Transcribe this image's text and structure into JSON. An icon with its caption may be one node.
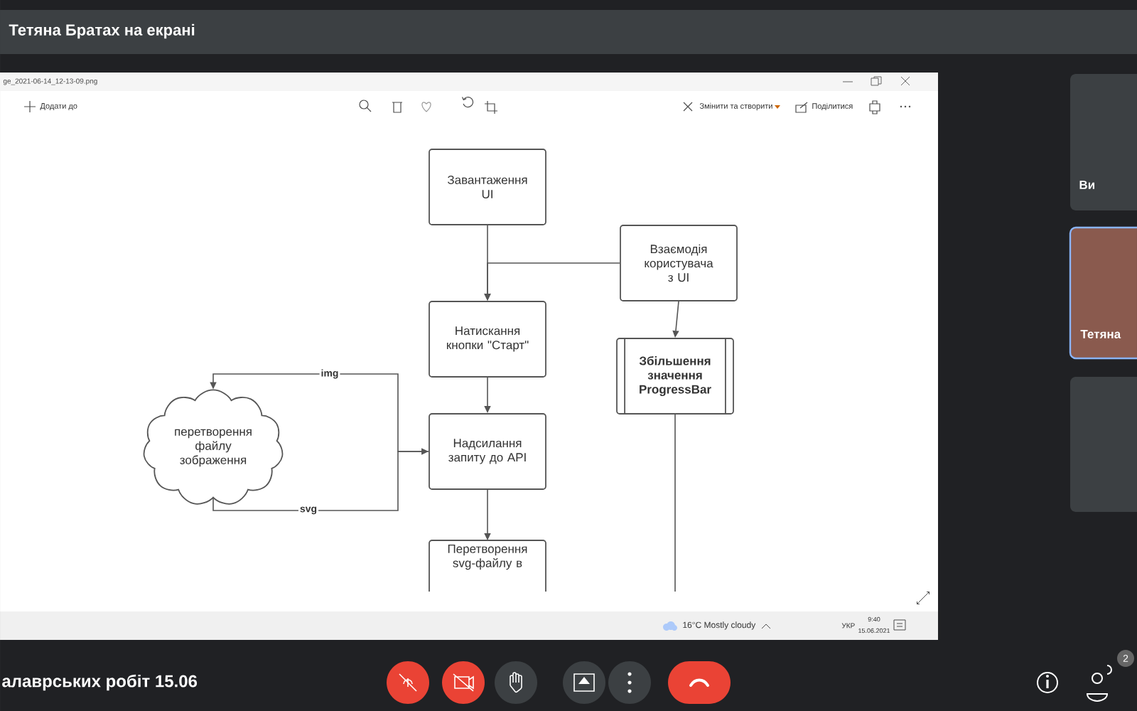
{
  "diagram": {
    "nodes": [
      {
        "text": [
          "Завантаження UI"
        ]
      },
      {
        "text": [
          "Взаємодія користувача з UI"
        ]
      },
      {
        "text": [
          "Натискання кнопки \"Старт\""
        ]
      },
      {
        "text": [
          "Збільшення значення ProgressBar"
        ]
      },
      {
        "text": [
          "перетворення файлу зображення"
        ]
      },
      {
        "text": [
          "Надсилання запиту до API"
        ]
      },
      {
        "text": [
          "Перетворення svg-файлу в"
        ]
      }
    ],
    "edges": [
      {
        "from": 0,
        "to": 2,
        "arrow": "to"
      },
      {
        "from": 1,
        "to": 2,
        "arrow": "to"
      },
      {
        "from": 1,
        "to": 3,
        "arrow": "to"
      },
      {
        "from": 2,
        "to": 5,
        "arrow": "to"
      },
      {
        "from": 5,
        "to": 4,
        "arrow": "to",
        "label": "img"
      },
      {
        "from": 4,
        "to": 5,
        "arrow": "to",
        "label": "svg"
      },
      {
        "from": 5,
        "to": 6,
        "arrow": "to"
      },
      {
        "from": 3,
        "to": null,
        "arrow": "none"
      }
    ],
    "labels": [
      "Тетяна Братах на екрані",
      "ge_2021-06-14_12-13-09.png",
      "Додати до",
      "Змінити та створити",
      "Поділитися",
      "Ви",
      "Тетяна",
      "16°C Mostly cloudy",
      "УКР",
      "9:40",
      "15.06.2021",
      "алаврських робіт 15.06",
      "2"
    ]
  }
}
